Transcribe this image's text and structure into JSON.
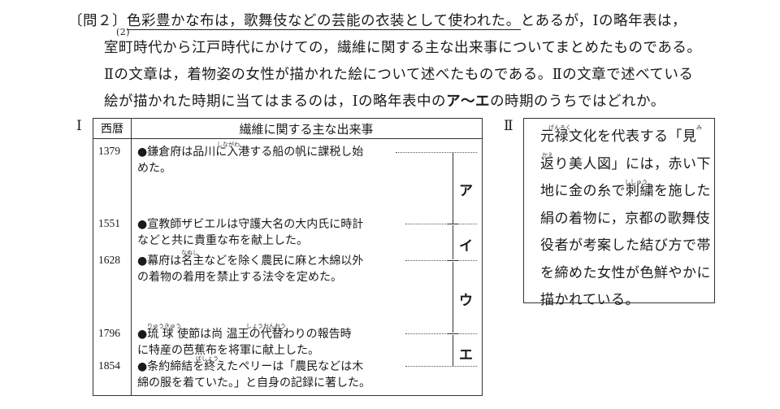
{
  "question": {
    "number": "〔問２〕",
    "sub": "(2)",
    "underlined": "色彩豊かな布は，歌舞伎などの芸能の衣装として使われた。",
    "line1_rest": "とあるが，Ⅰの略年表は，",
    "line2": "室町時代から江戸時代にかけての，繊維に関する主な出来事についてまとめたものである。",
    "line3": "Ⅱの文章は，着物姿の女性が描かれた絵について述べたものである。Ⅱの文章で述べている",
    "line4_a": "絵が描かれた時期に当てはまるのは，Ⅰの略年表中の",
    "line4_b": "ア～エ",
    "line4_c": "の時期のうちではどれか。"
  },
  "table": {
    "label": "Ⅰ",
    "header_year": "西暦",
    "header_events": "繊維に関する主な出来事",
    "rows": [
      {
        "year": "1379",
        "l1": "●鎌倉府は品川に入港する船の帆に課税し始",
        "l2": "めた。"
      },
      {
        "year": "1551",
        "l1": "●宣教師ザビエルは守護大名の大内氏に時計",
        "l2": "などと共に貴重な布を献上した。"
      },
      {
        "year": "1628",
        "l1": "●幕府は名主などを除く農民に麻と木綿以外",
        "l2": "の着物の着用を禁止する法令を定めた。"
      },
      {
        "year": "1796",
        "l1": "●琉 球 使節は尚 温王の代替わりの報告時",
        "l2": "に特産の芭蕉布を将軍に献上した。"
      },
      {
        "year": "1854",
        "l1": "●条約締結を終えたペリーは「農民などは木",
        "l2": "綿の服を着ていた。」と自身の記録に著した。"
      }
    ],
    "periods": [
      "ア",
      "イ",
      "ウ",
      "エ"
    ],
    "ruby": {
      "shinagawa": "しながわ",
      "nanushi": "なぬし",
      "ryukyu": "りゅうきゅう",
      "shoon": "しょうおんおう",
      "basho": "ばしょう"
    }
  },
  "box": {
    "label": "Ⅱ",
    "lines": [
      "元禄文化を代表する「見",
      "返り美人図」には，赤い下",
      "地に金の糸で刺繍を施した",
      "絹の着物に，京都の歌舞伎",
      "役者が考案した結び方で帯",
      "を締めた女性が色鮮やかに",
      "描かれている。"
    ],
    "ruby": {
      "genroku": "げんろく",
      "mi": "み",
      "kae": "かえ",
      "shishu": "ししゅう"
    }
  }
}
